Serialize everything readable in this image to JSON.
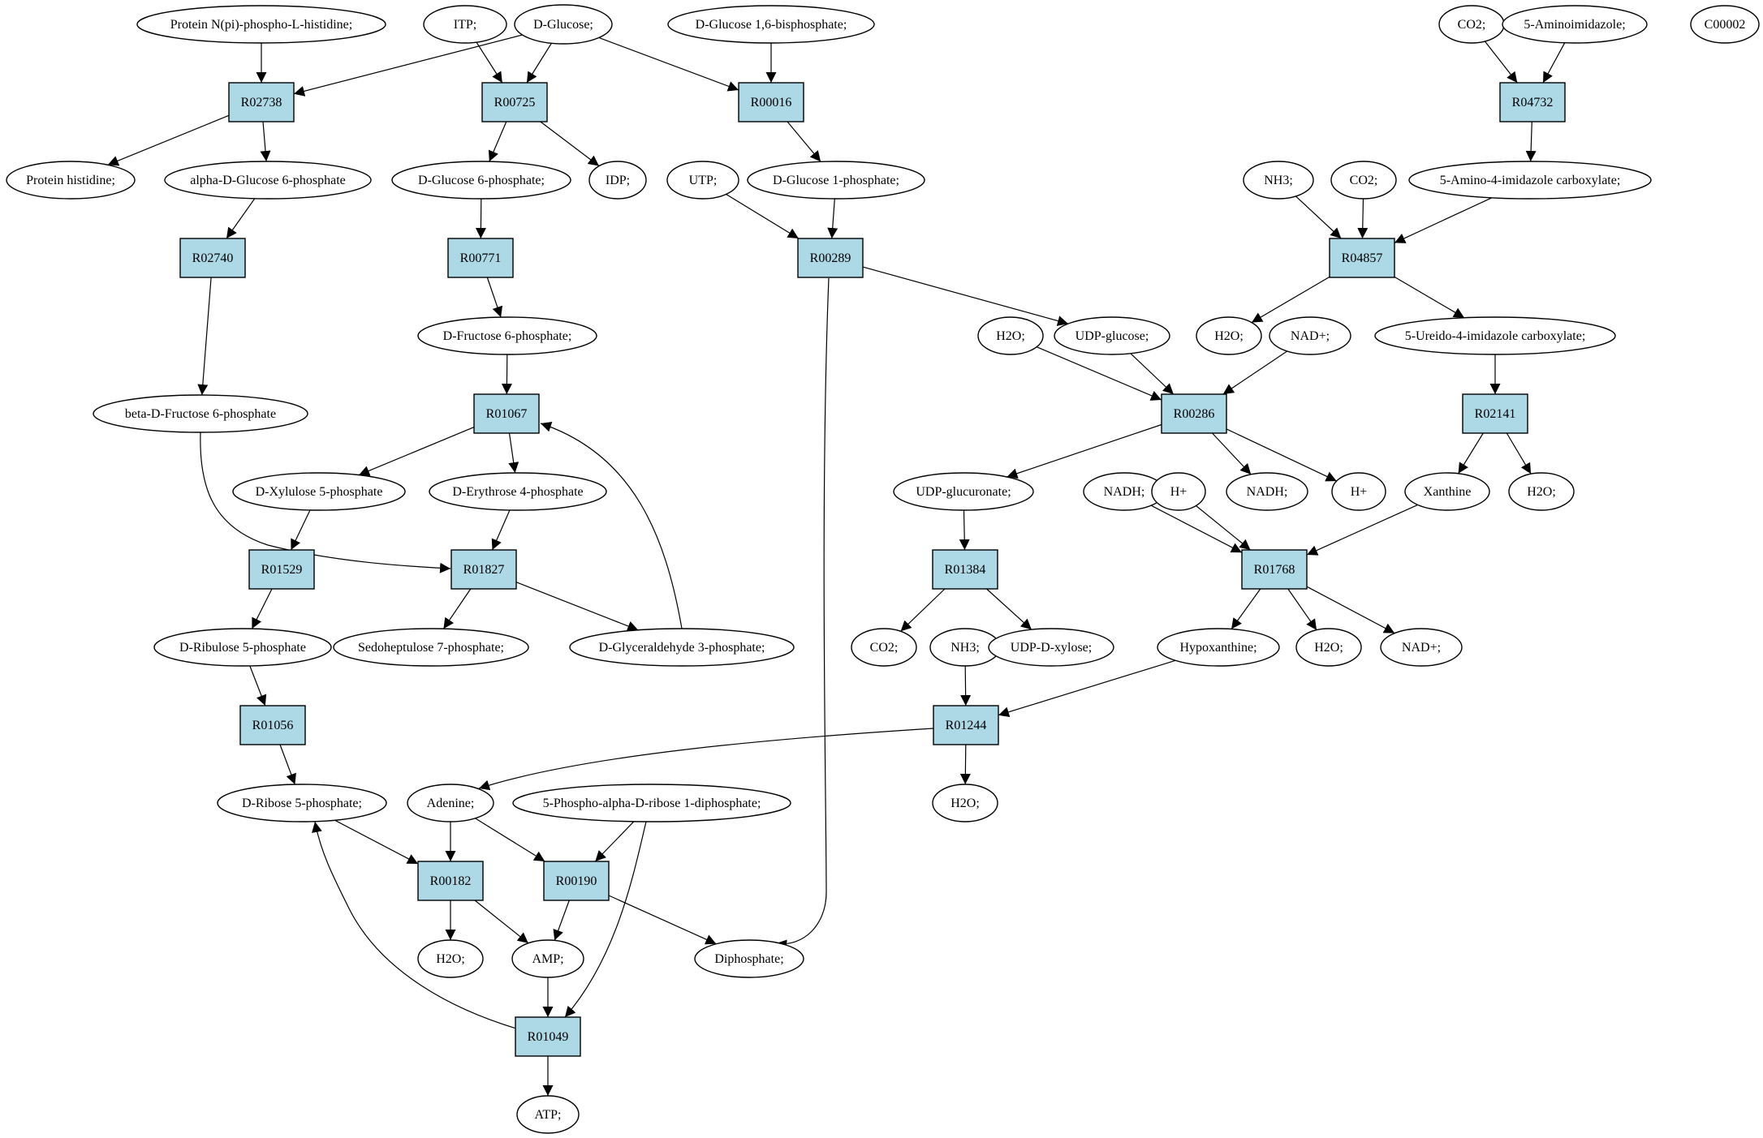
{
  "colors": {
    "background": "#ffffff",
    "reaction_fill": "#add8e6",
    "compound_fill": "#ffffff",
    "highlight_start": "#00ee00",
    "highlight_target": "#ffff00",
    "stroke": "#000000"
  },
  "nodes": [
    {
      "id": "c_pnph",
      "label": "Protein N(pi)-phospho-L-histidine;",
      "kind": "compound"
    },
    {
      "id": "c_itp",
      "label": "ITP;",
      "kind": "compound"
    },
    {
      "id": "c_glc",
      "label": "D-Glucose;",
      "kind": "compound",
      "highlight": "start"
    },
    {
      "id": "c_g16bp",
      "label": "D-Glucose 1,6-bisphosphate;",
      "kind": "compound"
    },
    {
      "id": "c_co2a",
      "label": "CO2;",
      "kind": "compound"
    },
    {
      "id": "c_5ai",
      "label": "5-Aminoimidazole;",
      "kind": "compound"
    },
    {
      "id": "c_c00002",
      "label": "C00002",
      "kind": "compound",
      "highlight": "target"
    },
    {
      "id": "r_R02738",
      "label": "R02738",
      "kind": "reaction"
    },
    {
      "id": "r_R00725",
      "label": "R00725",
      "kind": "reaction"
    },
    {
      "id": "r_R00016",
      "label": "R00016",
      "kind": "reaction"
    },
    {
      "id": "r_R04732",
      "label": "R04732",
      "kind": "reaction"
    },
    {
      "id": "c_phis",
      "label": "Protein histidine;",
      "kind": "compound"
    },
    {
      "id": "c_ag6p",
      "label": "alpha-D-Glucose 6-phosphate",
      "kind": "compound"
    },
    {
      "id": "c_g6p",
      "label": "D-Glucose 6-phosphate;",
      "kind": "compound"
    },
    {
      "id": "c_idp",
      "label": "IDP;",
      "kind": "compound"
    },
    {
      "id": "c_utp",
      "label": "UTP;",
      "kind": "compound"
    },
    {
      "id": "c_g1p",
      "label": "D-Glucose 1-phosphate;",
      "kind": "compound"
    },
    {
      "id": "c_nh3a",
      "label": "NH3;",
      "kind": "compound"
    },
    {
      "id": "c_co2b",
      "label": "CO2;",
      "kind": "compound"
    },
    {
      "id": "c_5a4ic",
      "label": "5-Amino-4-imidazole carboxylate;",
      "kind": "compound"
    },
    {
      "id": "r_R02740",
      "label": "R02740",
      "kind": "reaction"
    },
    {
      "id": "r_R00771",
      "label": "R00771",
      "kind": "reaction"
    },
    {
      "id": "r_R00289",
      "label": "R00289",
      "kind": "reaction"
    },
    {
      "id": "r_R04857",
      "label": "R04857",
      "kind": "reaction"
    },
    {
      "id": "c_f6p",
      "label": "D-Fructose 6-phosphate;",
      "kind": "compound"
    },
    {
      "id": "c_h2oa",
      "label": "H2O;",
      "kind": "compound"
    },
    {
      "id": "c_udpg",
      "label": "UDP-glucose;",
      "kind": "compound"
    },
    {
      "id": "c_h2ob",
      "label": "H2O;",
      "kind": "compound"
    },
    {
      "id": "c_nada",
      "label": "NAD+;",
      "kind": "compound"
    },
    {
      "id": "c_5u4ic",
      "label": "5-Ureido-4-imidazole carboxylate;",
      "kind": "compound"
    },
    {
      "id": "c_bf6p",
      "label": "beta-D-Fructose 6-phosphate",
      "kind": "compound"
    },
    {
      "id": "r_R01067",
      "label": "R01067",
      "kind": "reaction"
    },
    {
      "id": "r_R00286",
      "label": "R00286",
      "kind": "reaction"
    },
    {
      "id": "r_R02141",
      "label": "R02141",
      "kind": "reaction"
    },
    {
      "id": "c_x5p",
      "label": "D-Xylulose 5-phosphate",
      "kind": "compound"
    },
    {
      "id": "c_e4p",
      "label": "D-Erythrose 4-phosphate",
      "kind": "compound"
    },
    {
      "id": "c_udpgu",
      "label": "UDP-glucuronate;",
      "kind": "compound"
    },
    {
      "id": "c_nadha",
      "label": "NADH;",
      "kind": "compound"
    },
    {
      "id": "c_hpa",
      "label": "H+",
      "kind": "compound"
    },
    {
      "id": "c_nadhb",
      "label": "NADH;",
      "kind": "compound"
    },
    {
      "id": "c_hpb",
      "label": "H+",
      "kind": "compound"
    },
    {
      "id": "c_xan",
      "label": "Xanthine",
      "kind": "compound"
    },
    {
      "id": "c_h2oc",
      "label": "H2O;",
      "kind": "compound"
    },
    {
      "id": "r_R01529",
      "label": "R01529",
      "kind": "reaction"
    },
    {
      "id": "r_R01827",
      "label": "R01827",
      "kind": "reaction"
    },
    {
      "id": "r_R01384",
      "label": "R01384",
      "kind": "reaction"
    },
    {
      "id": "r_R01768",
      "label": "R01768",
      "kind": "reaction"
    },
    {
      "id": "c_ru5p",
      "label": "D-Ribulose 5-phosphate",
      "kind": "compound"
    },
    {
      "id": "c_s7p",
      "label": "Sedoheptulose 7-phosphate;",
      "kind": "compound"
    },
    {
      "id": "c_gap",
      "label": "D-Glyceraldehyde 3-phosphate;",
      "kind": "compound"
    },
    {
      "id": "c_co2c",
      "label": "CO2;",
      "kind": "compound"
    },
    {
      "id": "c_nh3b",
      "label": "NH3;",
      "kind": "compound"
    },
    {
      "id": "c_udpx",
      "label": "UDP-D-xylose;",
      "kind": "compound"
    },
    {
      "id": "c_hypx",
      "label": "Hypoxanthine;",
      "kind": "compound"
    },
    {
      "id": "c_h2od",
      "label": "H2O;",
      "kind": "compound"
    },
    {
      "id": "c_nadb",
      "label": "NAD+;",
      "kind": "compound"
    },
    {
      "id": "r_R01056",
      "label": "R01056",
      "kind": "reaction"
    },
    {
      "id": "r_R01244",
      "label": "R01244",
      "kind": "reaction"
    },
    {
      "id": "c_r5p",
      "label": "D-Ribose 5-phosphate;",
      "kind": "compound"
    },
    {
      "id": "c_ade",
      "label": "Adenine;",
      "kind": "compound"
    },
    {
      "id": "c_prpp",
      "label": "5-Phospho-alpha-D-ribose 1-diphosphate;",
      "kind": "compound"
    },
    {
      "id": "c_h2oe",
      "label": "H2O;",
      "kind": "compound"
    },
    {
      "id": "r_R00182",
      "label": "R00182",
      "kind": "reaction"
    },
    {
      "id": "r_R00190",
      "label": "R00190",
      "kind": "reaction"
    },
    {
      "id": "c_h2of",
      "label": "H2O;",
      "kind": "compound"
    },
    {
      "id": "c_amp",
      "label": "AMP;",
      "kind": "compound"
    },
    {
      "id": "c_ppi",
      "label": "Diphosphate;",
      "kind": "compound"
    },
    {
      "id": "r_R01049",
      "label": "R01049",
      "kind": "reaction"
    },
    {
      "id": "c_atp",
      "label": "ATP;",
      "kind": "compound"
    }
  ],
  "edges": [
    [
      "c_pnph",
      "r_R02738"
    ],
    [
      "c_glc",
      "r_R02738"
    ],
    [
      "r_R02738",
      "c_phis"
    ],
    [
      "r_R02738",
      "c_ag6p"
    ],
    [
      "c_itp",
      "r_R00725"
    ],
    [
      "c_glc",
      "r_R00725"
    ],
    [
      "r_R00725",
      "c_g6p"
    ],
    [
      "r_R00725",
      "c_idp"
    ],
    [
      "c_glc",
      "r_R00016"
    ],
    [
      "c_g16bp",
      "r_R00016"
    ],
    [
      "r_R00016",
      "c_g1p"
    ],
    [
      "c_co2a",
      "r_R04732"
    ],
    [
      "c_5ai",
      "r_R04732"
    ],
    [
      "r_R04732",
      "c_5a4ic"
    ],
    [
      "c_ag6p",
      "r_R02740"
    ],
    [
      "r_R02740",
      "c_bf6p"
    ],
    [
      "c_g6p",
      "r_R00771"
    ],
    [
      "r_R00771",
      "c_f6p"
    ],
    [
      "c_utp",
      "r_R00289"
    ],
    [
      "c_g1p",
      "r_R00289"
    ],
    [
      "r_R00289",
      "c_udpg"
    ],
    [
      "r_R00289",
      "c_ppi"
    ],
    [
      "c_nh3a",
      "r_R04857"
    ],
    [
      "c_co2b",
      "r_R04857"
    ],
    [
      "c_5a4ic",
      "r_R04857"
    ],
    [
      "r_R04857",
      "c_h2ob"
    ],
    [
      "r_R04857",
      "c_5u4ic"
    ],
    [
      "c_f6p",
      "r_R01067"
    ],
    [
      "c_gap",
      "r_R01067"
    ],
    [
      "r_R01067",
      "c_x5p"
    ],
    [
      "r_R01067",
      "c_e4p"
    ],
    [
      "c_h2oa",
      "r_R00286"
    ],
    [
      "c_udpg",
      "r_R00286"
    ],
    [
      "c_nada",
      "r_R00286"
    ],
    [
      "r_R00286",
      "c_udpgu"
    ],
    [
      "r_R00286",
      "c_nadhb"
    ],
    [
      "r_R00286",
      "c_hpb"
    ],
    [
      "c_5u4ic",
      "r_R02141"
    ],
    [
      "r_R02141",
      "c_xan"
    ],
    [
      "r_R02141",
      "c_h2oc"
    ],
    [
      "c_x5p",
      "r_R01529"
    ],
    [
      "r_R01529",
      "c_ru5p"
    ],
    [
      "c_bf6p",
      "r_R01827"
    ],
    [
      "c_e4p",
      "r_R01827"
    ],
    [
      "r_R01827",
      "c_s7p"
    ],
    [
      "r_R01827",
      "c_gap"
    ],
    [
      "c_udpgu",
      "r_R01384"
    ],
    [
      "r_R01384",
      "c_co2c"
    ],
    [
      "r_R01384",
      "c_udpx"
    ],
    [
      "c_nadha",
      "r_R01768"
    ],
    [
      "c_hpa",
      "r_R01768"
    ],
    [
      "c_xan",
      "r_R01768"
    ],
    [
      "r_R01768",
      "c_hypx"
    ],
    [
      "r_R01768",
      "c_h2od"
    ],
    [
      "r_R01768",
      "c_nadb"
    ],
    [
      "c_ru5p",
      "r_R01056"
    ],
    [
      "r_R01056",
      "c_r5p"
    ],
    [
      "c_nh3b",
      "r_R01244"
    ],
    [
      "c_hypx",
      "r_R01244"
    ],
    [
      "r_R01244",
      "c_ade"
    ],
    [
      "r_R01244",
      "c_h2oe"
    ],
    [
      "c_r5p",
      "r_R00182"
    ],
    [
      "c_ade",
      "r_R00182"
    ],
    [
      "r_R00182",
      "c_h2of"
    ],
    [
      "r_R00182",
      "c_amp"
    ],
    [
      "c_ade",
      "r_R00190"
    ],
    [
      "c_prpp",
      "r_R00190"
    ],
    [
      "r_R00190",
      "c_amp"
    ],
    [
      "r_R00190",
      "c_ppi"
    ],
    [
      "c_amp",
      "r_R01049"
    ],
    [
      "c_prpp",
      "r_R01049"
    ],
    [
      "r_R01049",
      "c_r5p"
    ],
    [
      "r_R01049",
      "c_atp"
    ]
  ]
}
